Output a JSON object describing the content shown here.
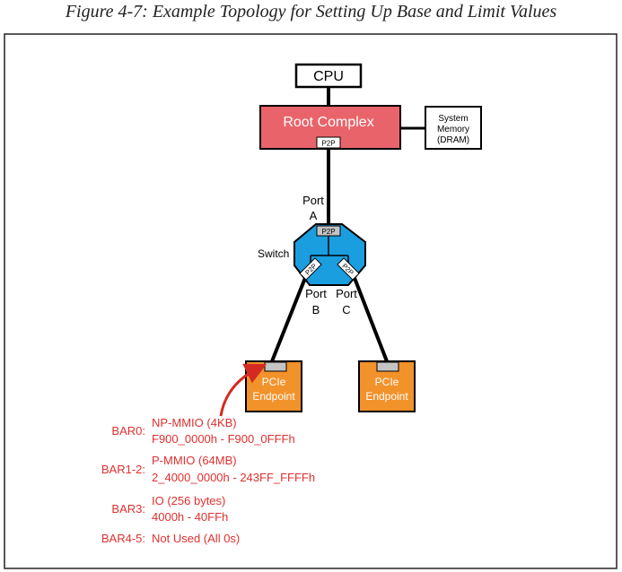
{
  "caption": "Figure 4-7: Example Topology for Setting Up Base and Limit Values",
  "cpu": {
    "label": "CPU"
  },
  "root_complex": {
    "label": "Root Complex",
    "p2p": "P2P",
    "color": "#e8646a"
  },
  "system_memory": {
    "line1": "System",
    "line2": "Memory",
    "line3": "(DRAM)"
  },
  "switch": {
    "label": "Switch",
    "color": "#1a9ee0",
    "upstream_p2p": "P2P",
    "down_left_p2p": "P2P",
    "down_right_p2p": "P2P"
  },
  "ports": {
    "a": {
      "line1": "Port",
      "line2": "A"
    },
    "b": {
      "line1": "Port",
      "line2": "B"
    },
    "c": {
      "line1": "Port",
      "line2": "C"
    }
  },
  "endpoints": [
    {
      "line1": "PCIe",
      "line2": "Endpoint"
    },
    {
      "line1": "PCIe",
      "line2": "Endpoint"
    }
  ],
  "endpoint_color": "#f2922a",
  "bars": [
    {
      "name": "BAR0:",
      "line1": "NP-MMIO (4KB)",
      "line2": "F900_0000h - F900_0FFFh"
    },
    {
      "name": "BAR1-2:",
      "line1": "P-MMIO (64MB)",
      "line2": "2_4000_0000h - 243FF_FFFFh"
    },
    {
      "name": "BAR3:",
      "line1": "IO (256 bytes)",
      "line2": "4000h - 40FFh"
    },
    {
      "name": "BAR4-5:",
      "line1": "Not Used (All 0s)",
      "line2": ""
    }
  ],
  "bar_color": "#e03030"
}
